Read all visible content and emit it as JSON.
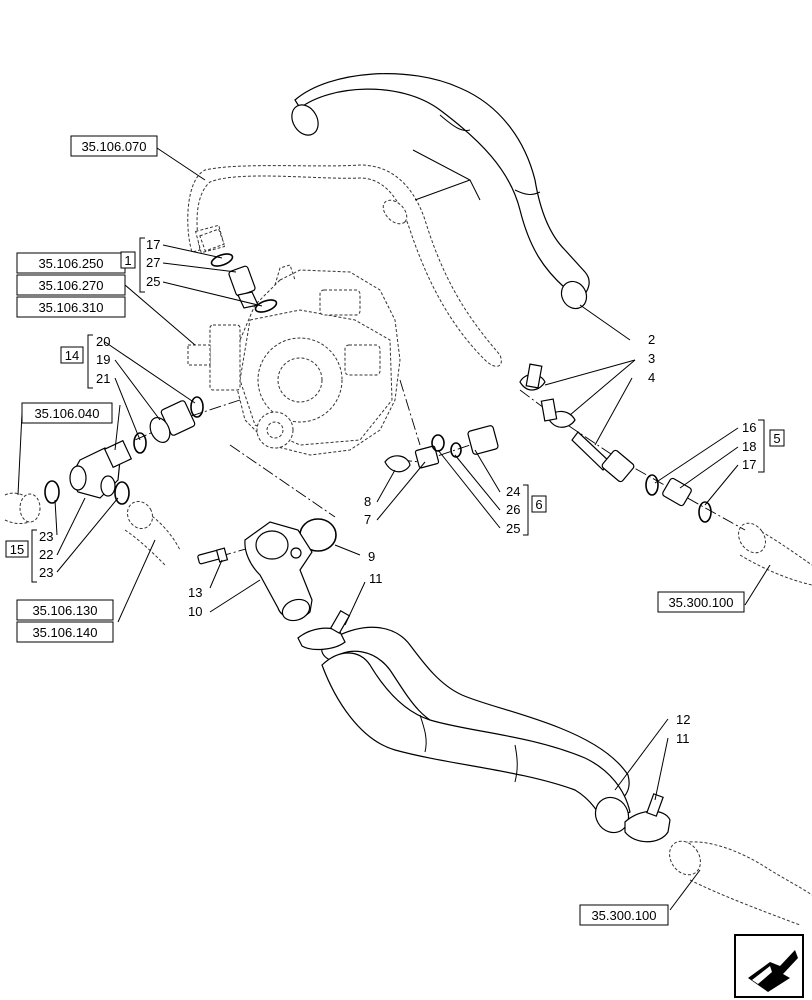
{
  "refs": {
    "r070": "35.106.070",
    "r250": "35.106.250",
    "r270": "35.106.270",
    "r310": "35.106.310",
    "r040": "35.106.040",
    "r130": "35.106.130",
    "r140": "35.106.140",
    "r300a": "35.300.100",
    "r300b": "35.300.100"
  },
  "groups": {
    "g1": "1",
    "g14": "14",
    "g15": "15",
    "g5": "5",
    "g6": "6"
  },
  "labels": {
    "p17a": "17",
    "p27": "27",
    "p25a": "25",
    "p20": "20",
    "p19": "19",
    "p21": "21",
    "p23a": "23",
    "p22": "22",
    "p23b": "23",
    "p2": "2",
    "p3": "3",
    "p4": "4",
    "p16": "16",
    "p18": "18",
    "p17b": "17",
    "p24": "24",
    "p26": "26",
    "p25b": "25",
    "p8": "8",
    "p7": "7",
    "p9": "9",
    "p13": "13",
    "p10": "10",
    "p11a": "11",
    "p12": "12",
    "p11b": "11"
  },
  "icons": {
    "nav": "next-page-arrow-icon"
  }
}
